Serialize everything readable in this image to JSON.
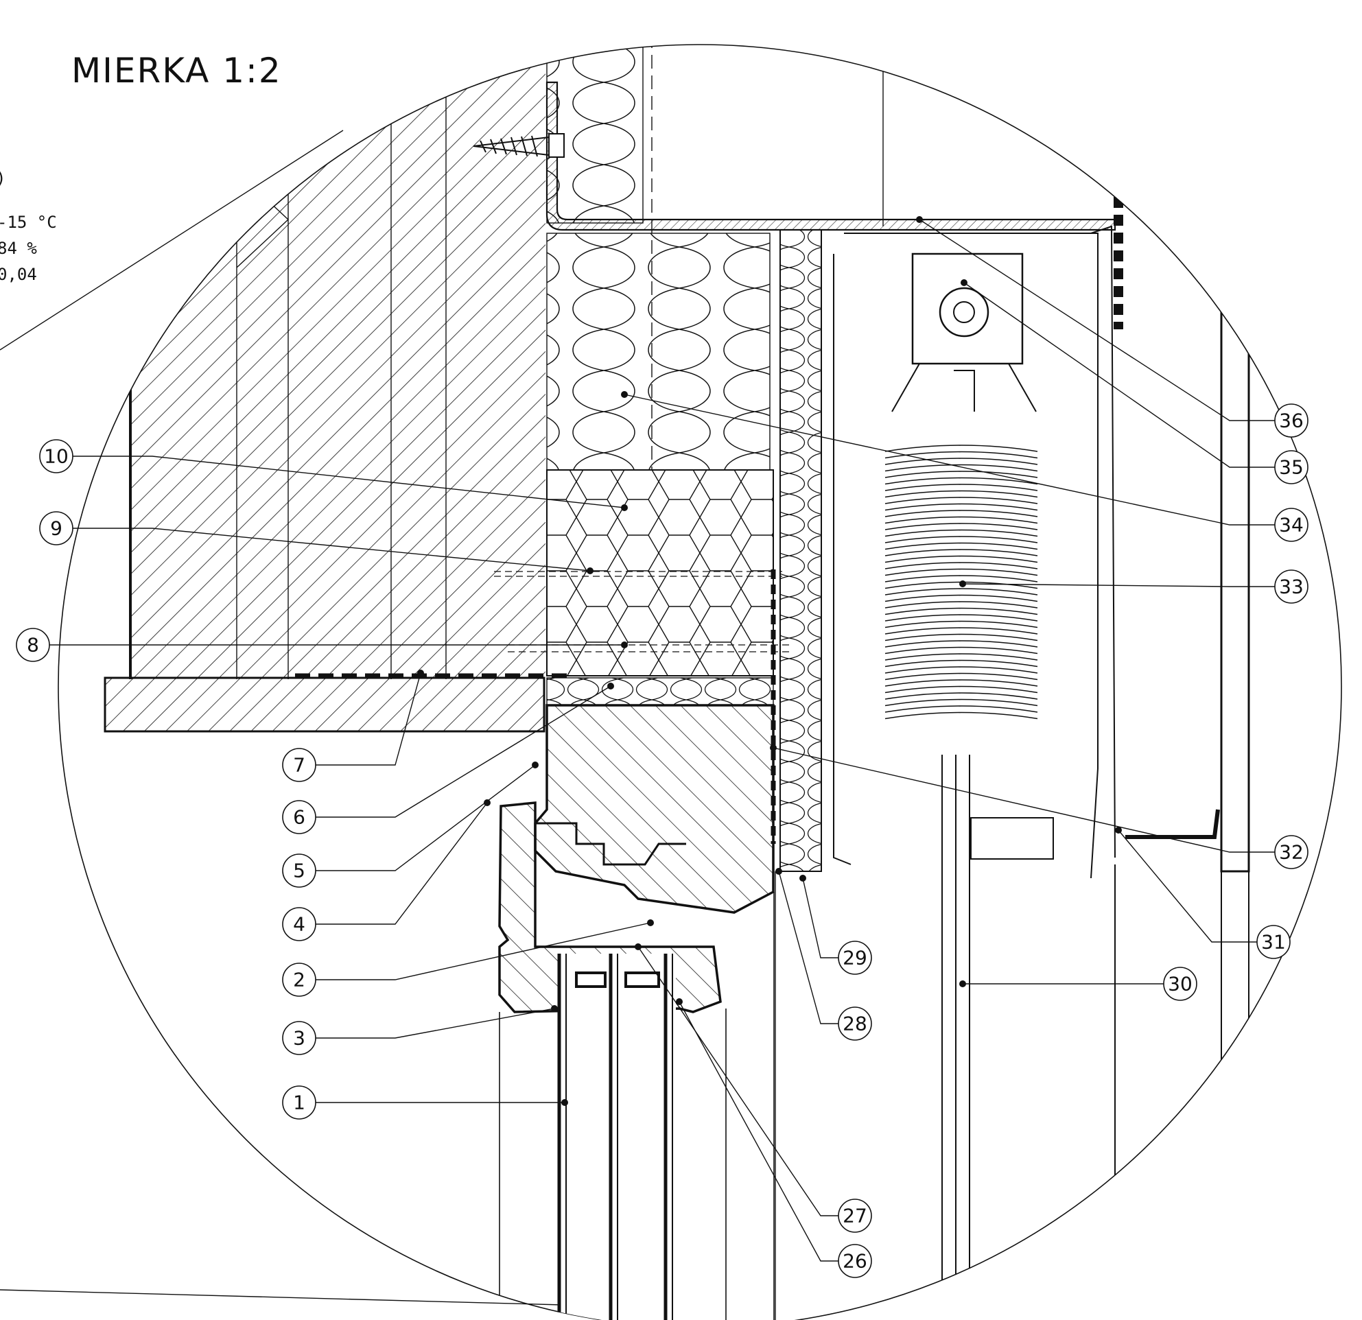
{
  "title": "MIERKA 1:2",
  "conditions": [
    "-15 °C",
    "84 %",
    "0,04"
  ],
  "condition_partial": ")",
  "callouts_left": [
    {
      "label": "10"
    },
    {
      "label": "9"
    },
    {
      "label": "8"
    },
    {
      "label": "7"
    },
    {
      "label": "6"
    },
    {
      "label": "5"
    },
    {
      "label": "4"
    },
    {
      "label": "2"
    },
    {
      "label": "3"
    },
    {
      "label": "1"
    }
  ],
  "callouts_bottom": [
    {
      "label": "29"
    },
    {
      "label": "28"
    },
    {
      "label": "27"
    },
    {
      "label": "26"
    }
  ],
  "callouts_right": [
    {
      "label": "36"
    },
    {
      "label": "35"
    },
    {
      "label": "34"
    },
    {
      "label": "33"
    },
    {
      "label": "32"
    },
    {
      "label": "31"
    },
    {
      "label": "30"
    }
  ],
  "colors": {
    "line": "#111111",
    "background": "#ffffff"
  }
}
